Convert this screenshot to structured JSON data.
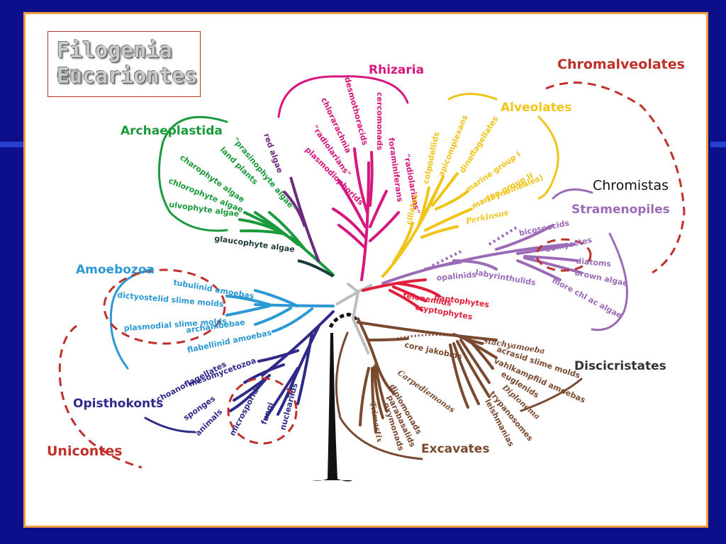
{
  "slide": {
    "title_line1": "Filogenia en",
    "title_line2": "Eucariontes"
  },
  "supergroups": {
    "archaeplastida": "Archaeplastida",
    "rhizaria": "Rhizaria",
    "alveolates": "Alveolates",
    "stramenopiles": "Stramenopiles",
    "amoebozoa": "Amoebozoa",
    "opisthokonts": "Opisthokonts",
    "excavates": "Excavates",
    "discicristates": "Discicristates"
  },
  "groupings": {
    "chromalveolates": "Chromalveolates",
    "chromistas": "Chromistas",
    "unicontes": "Unicontes"
  },
  "taxa": {
    "red_algae": "red algae",
    "prasinophyte": "\"prasinophyte algae\"",
    "land_plants": "land plants",
    "charophyte": "charophyte algae",
    "chlorophyte": "chlorophyte algae",
    "ulvophyte": "ulvophyte algae",
    "glaucophyte": "glaucophyte algae",
    "desmothoracids": "desmothoracids",
    "chlorarachnia": "chlorarachnia",
    "cercomonads": "cercomonads",
    "radiolarians_left": "\"radiolarians\"",
    "plasmodiophorids": "plasmodiophorids",
    "foraminiferans": "foraminiferans",
    "radiolarians_right": "\"radiolarians\"",
    "ciliates": "ciliates",
    "colpodellids": "colpodellids",
    "apicomplexans": "apicomplexans",
    "dinoflagellates": "dinoflagellates",
    "marine_group_1": "marine group I",
    "marine_group_2": "marine group II",
    "syndineales": "(Syndineales)",
    "perkinsus": "Perkinsus",
    "bicosoecids": "bicosoecids",
    "oomycetes": "oomycetes",
    "diatoms": "diatoms",
    "brown_algae": "brown algae",
    "more_chl": "more chl ac algae",
    "opalinids": "opalinids",
    "labyrinthulids": "labyrinthulids",
    "haptophytes": "haptophytes",
    "telonemids": "telonemids",
    "cryptophytes": "cryptophytes",
    "tubulinid": "tubulinid amoebas",
    "dictyostelid": "dictyostelid slime molds",
    "plasmodial": "plasmodial slime molds",
    "archamoebae": "archamoebae",
    "flabellinid": "flabellinid amoebas",
    "mesomycetozoa": "mesomycetozoa",
    "choanoflagellates": "choanoflagellates",
    "sponges": "sponges",
    "animals": "animals",
    "microsporidia": "microsporidia",
    "fungi": "fungi",
    "nucleariids": "nucleariids",
    "core_jakobids": "core jakobids",
    "carpediemonas": "Carpediemonas",
    "diplomonads": "diplomonads",
    "parabasalids": "parabasalids",
    "oxymonads": "oxymonads",
    "trimastix": "Trimastix",
    "stachyamoeba": "Stachyamoeba",
    "acrasid": "acrasid slime molds",
    "vahlkampfiid": "vahlkampfiid amoebas",
    "euglenids": "euglenids",
    "diplonema": "Diplonema",
    "trypanosomes": "trypanosomes",
    "leishmanias": "leishmanias"
  },
  "colors": {
    "frame_border": "#f39a3c",
    "background": "#0b0f8c",
    "archaeplastida": "#1a9a3a",
    "rhizaria": "#d6177e",
    "alveolates": "#f0c419",
    "stramenopiles": "#9b6bb8",
    "amoebozoa": "#2c98d4",
    "opisthokonts": "#2e2a8a",
    "excavates": "#7a4a30",
    "red_algae": "#6e2a7e",
    "glaucophyte": "#1c3a3a",
    "cryptophytes": "#e0203a",
    "grouping_labels": "#c0302b",
    "root": "#111111"
  }
}
